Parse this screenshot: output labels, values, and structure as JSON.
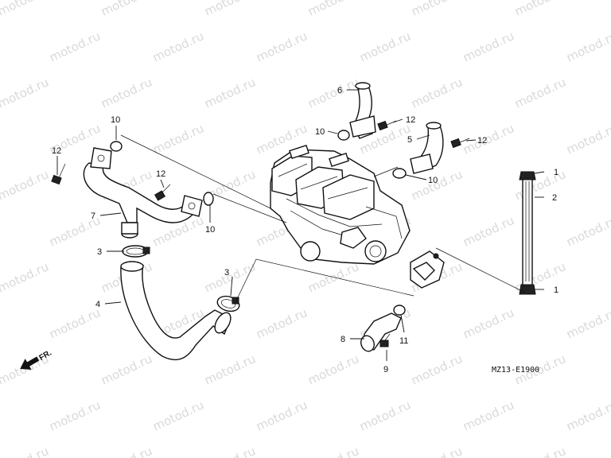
{
  "watermark": {
    "text": "motod.ru"
  },
  "diagram_code": "MZ13-E1900",
  "front_marker": {
    "label": "FR."
  },
  "callouts": {
    "c1_top": "1",
    "c1_bottom": "1",
    "c2": "2",
    "c3_left": "3",
    "c3_mid": "3",
    "c4": "4",
    "c5": "5",
    "c6": "6",
    "c7": "7",
    "c8": "8",
    "c9": "9",
    "c10_a": "10",
    "c10_b": "10",
    "c10_c": "10",
    "c10_d": "10",
    "c11": "11",
    "c12_a": "12",
    "c12_b": "12",
    "c12_c": "12",
    "c12_d": "12"
  }
}
